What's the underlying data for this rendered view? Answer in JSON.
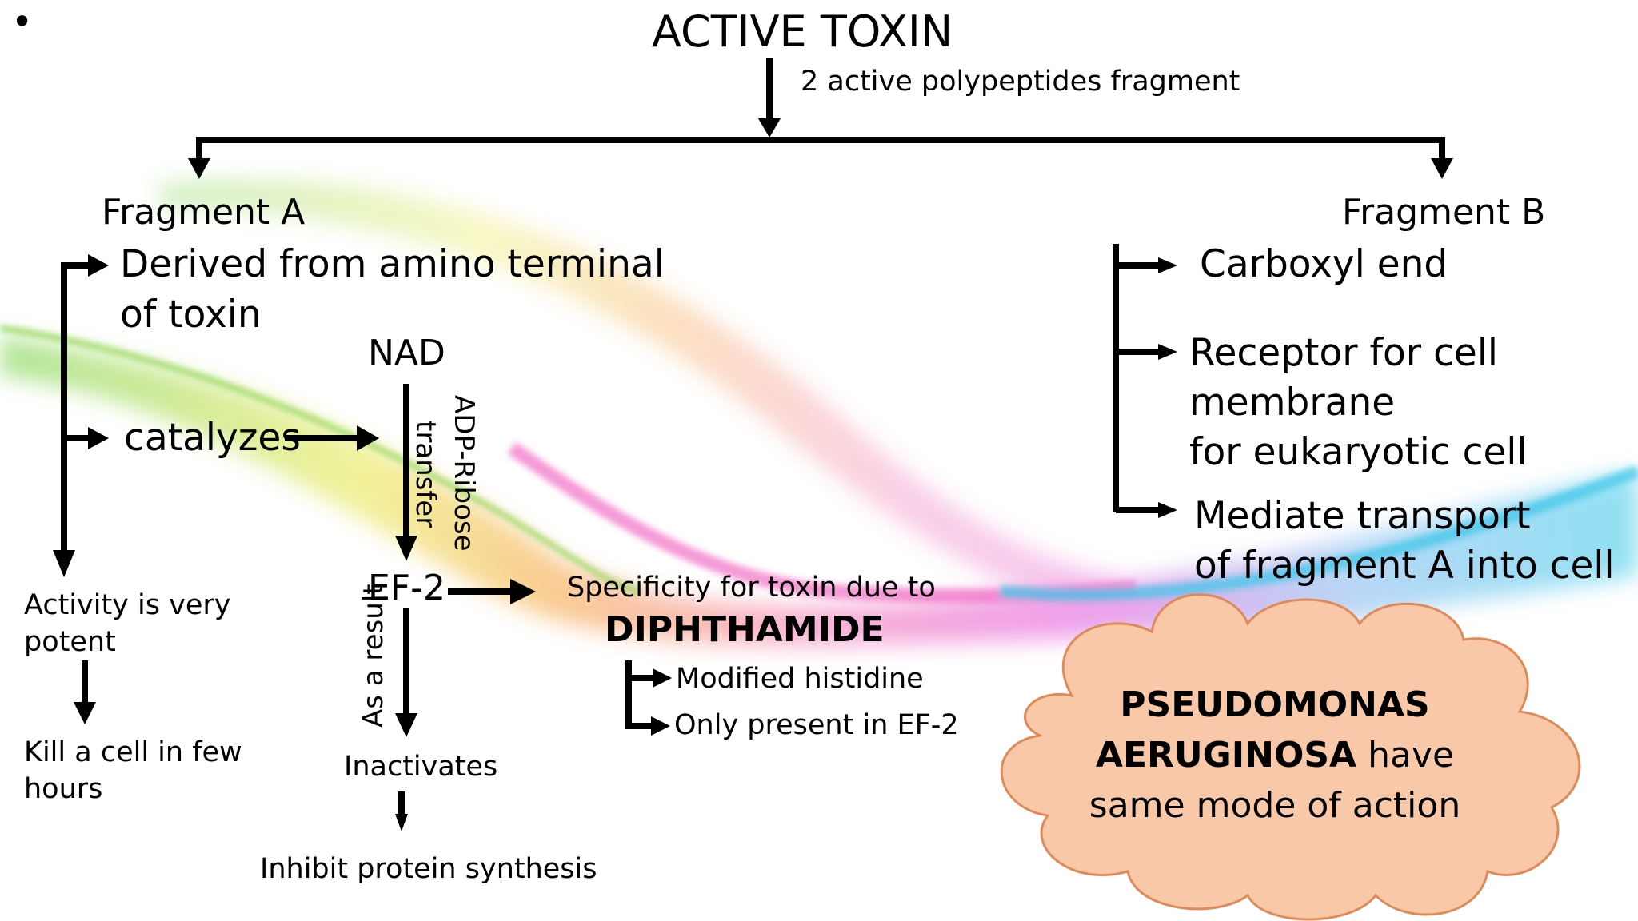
{
  "slide": {
    "bullet": "•",
    "title": "ACTIVE TOXIN",
    "subtitle": "2 active polypeptides fragment"
  },
  "fragment_a": {
    "heading": "Fragment A",
    "derived_line1": "Derived from amino terminal",
    "derived_line2": "of toxin",
    "catalyzes": "catalyzes",
    "nad": "NAD",
    "adp_line1": "ADP-Ribose",
    "adp_line2": "transfer",
    "ef2": "EF-2",
    "as_a_result": "As a result",
    "inactivates": "Inactivates",
    "inhibit": "Inhibit protein synthesis",
    "activity_line1": "Activity is very",
    "activity_line2": "potent",
    "kill_line1": "Kill a cell in few",
    "kill_line2": "hours",
    "specificity": "Specificity for toxin due to",
    "diphthamide": "DIPHTHAMIDE",
    "modified": "Modified  histidine",
    "only_present": "Only present in EF-2"
  },
  "fragment_b": {
    "heading": "Fragment B",
    "carboxyl": "Carboxyl end",
    "receptor_line1": "Receptor  for cell",
    "receptor_line2": "membrane",
    "receptor_line3": "for eukaryotic cell",
    "mediate_line1": "Mediate transport",
    "mediate_line2": "of fragment A into cell"
  },
  "cloud": {
    "bold_line1": "PSEUDOMONAS",
    "bold_line2": "AERUGINOSA",
    "line2_rest": " have",
    "line3": "same mode of action",
    "fill_color": "#f8c8a8",
    "stroke_color": "#e08a5a"
  }
}
